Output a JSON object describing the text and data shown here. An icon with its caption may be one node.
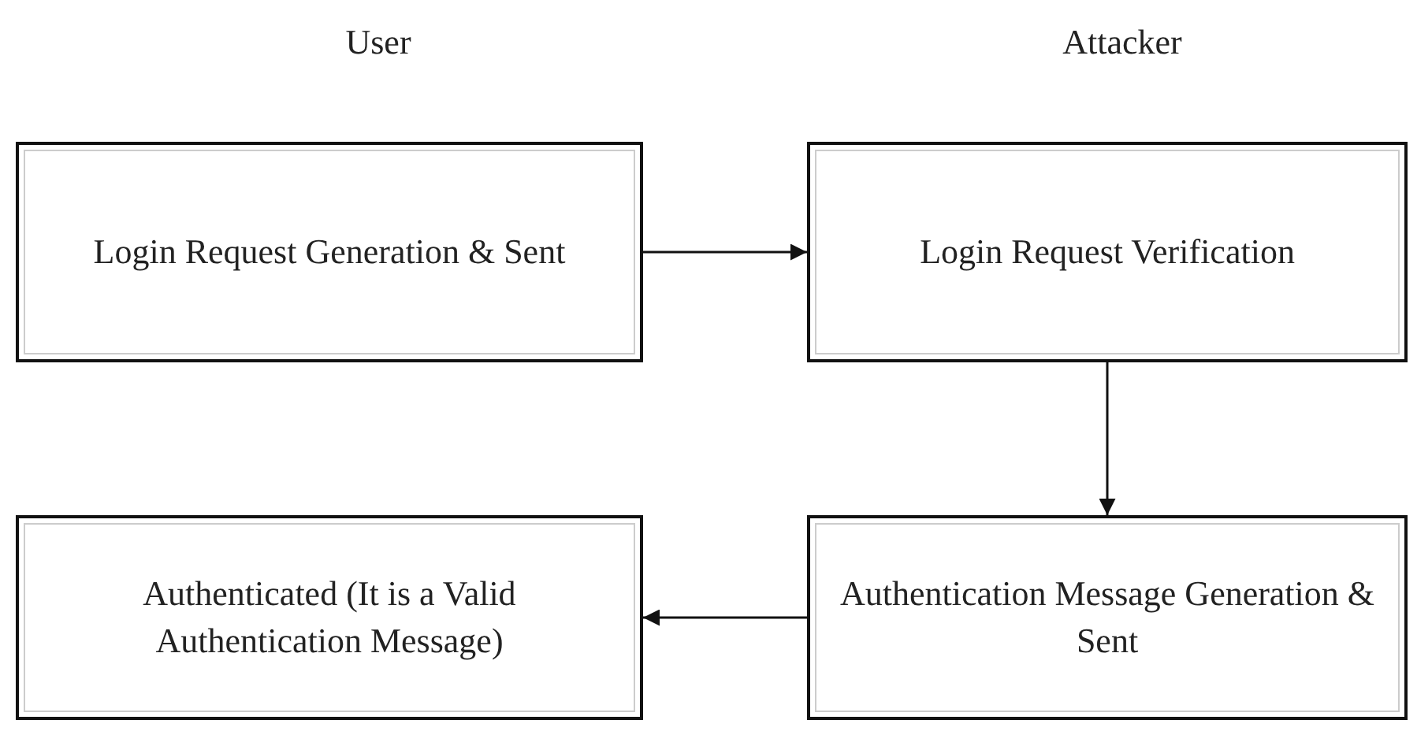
{
  "diagram": {
    "nodes": [
      {
        "text": [
          "Login Request Generation & Sent"
        ]
      },
      {
        "text": [
          "Login Request Verification"
        ]
      },
      {
        "text": [
          "Authenticated (It is a Valid Authentication Message)"
        ]
      },
      {
        "text": [
          "Authentication Message Generation & Sent"
        ]
      }
    ],
    "edges": [
      {
        "from": 0,
        "to": 1,
        "arrow": "to"
      },
      {
        "from": 1,
        "to": 3,
        "arrow": "to"
      },
      {
        "from": 3,
        "to": 2,
        "arrow": "to"
      }
    ],
    "labels": [
      "User",
      "Attacker"
    ]
  }
}
